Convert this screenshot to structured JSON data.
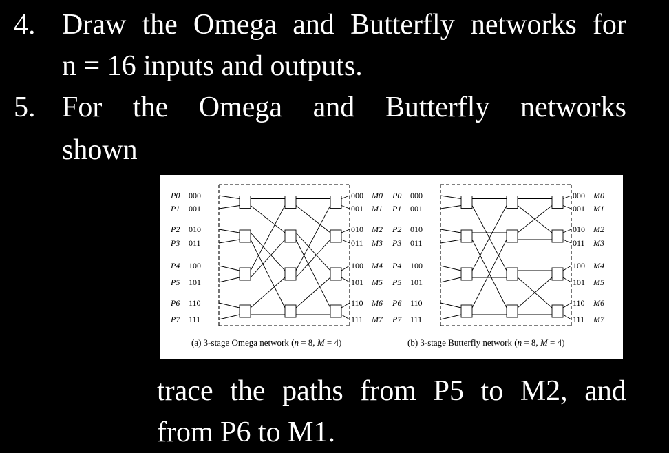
{
  "q4": {
    "number": "4.",
    "line1": [
      "Draw",
      "the",
      "Omega",
      "and",
      "Butterfly",
      "networks",
      "for"
    ],
    "line2": "n = 16 inputs and outputs."
  },
  "q5": {
    "number": "5.",
    "line1": [
      "For",
      "the",
      "Omega",
      "and",
      "Butterfly",
      "networks"
    ],
    "line2": "shown"
  },
  "continuation": {
    "line1": [
      "trace",
      "the",
      "paths",
      "from",
      "P5",
      "to",
      "M2,",
      "and"
    ],
    "line2": "from P6 to M1."
  },
  "figure": {
    "omega": {
      "caption_pre": "(a) 3-stage Omega network (",
      "caption_n": "n",
      "caption_mid": " = 8, ",
      "caption_m": "M",
      "caption_post": " = 4)",
      "inputs": [
        "P0",
        "P1",
        "P2",
        "P3",
        "P4",
        "P5",
        "P6",
        "P7"
      ],
      "input_codes": [
        "000",
        "001",
        "010",
        "011",
        "100",
        "101",
        "110",
        "111"
      ],
      "outputs": [
        "M0",
        "M1",
        "M2",
        "M3",
        "M4",
        "M5",
        "M6",
        "M7"
      ],
      "output_codes": [
        "000",
        "001",
        "010",
        "011",
        "100",
        "101",
        "110",
        "111"
      ]
    },
    "butterfly": {
      "caption_pre": "(b) 3-stage Butterfly network (",
      "caption_n": "n",
      "caption_mid": " = 8, ",
      "caption_m": "M",
      "caption_post": " = 4)",
      "inputs": [
        "P0",
        "P1",
        "P2",
        "P3",
        "P4",
        "P5",
        "P6",
        "P7"
      ],
      "input_codes": [
        "000",
        "001",
        "010",
        "011",
        "100",
        "101",
        "110",
        "111"
      ],
      "outputs": [
        "M0",
        "M1",
        "M2",
        "M3",
        "M4",
        "M5",
        "M6",
        "M7"
      ],
      "output_codes": [
        "000",
        "001",
        "010",
        "011",
        "100",
        "101",
        "110",
        "111"
      ]
    }
  }
}
